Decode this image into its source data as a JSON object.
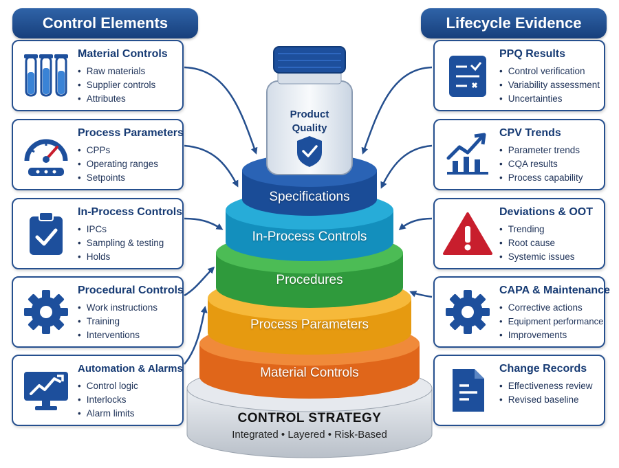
{
  "headers": {
    "left": "Control Elements",
    "right": "Lifecycle Evidence"
  },
  "left_cards": [
    {
      "title": "Material Controls",
      "items": [
        "Raw materials",
        "Supplier controls",
        "Attributes"
      ],
      "icon": "test-tubes-icon"
    },
    {
      "title": "Process Parameters",
      "items": [
        "CPPs",
        "Operating ranges",
        "Setpoints"
      ],
      "icon": "gauge-icon"
    },
    {
      "title": "In-Process Controls",
      "items": [
        "IPCs",
        "Sampling & testing",
        "Holds"
      ],
      "icon": "clipboard-check-icon"
    },
    {
      "title": "Procedural Controls",
      "items": [
        "Work instructions",
        "Training",
        "Interventions"
      ],
      "icon": "gear-icon"
    },
    {
      "title": "Automation & Alarms",
      "items": [
        "Control logic",
        "Interlocks",
        "Alarm limits"
      ],
      "icon": "monitor-chart-icon"
    }
  ],
  "right_cards": [
    {
      "title": "PPQ Results",
      "items": [
        "Control verification",
        "Variability assessment",
        "Uncertainties"
      ],
      "icon": "checklist-icon"
    },
    {
      "title": "CPV Trends",
      "items": [
        "Parameter trends",
        "CQA results",
        "Process capability"
      ],
      "icon": "trend-chart-icon"
    },
    {
      "title": "Deviations & OOT",
      "items": [
        "Trending",
        "Root cause",
        "Systemic issues"
      ],
      "icon": "warning-icon"
    },
    {
      "title": "CAPA & Maintenance",
      "items": [
        "Corrective actions",
        "Equipment performance",
        "Improvements"
      ],
      "icon": "gear-icon"
    },
    {
      "title": "Change Records",
      "items": [
        "Effectiveness review",
        "Revised baseline"
      ],
      "icon": "document-icon"
    }
  ],
  "vial": {
    "line1": "Product",
    "line2": "Quality",
    "icon": "shield-check-icon"
  },
  "tiers": [
    "Specifications",
    "In-Process Controls",
    "Procedures",
    "Process Parameters",
    "Material Controls"
  ],
  "base": {
    "title": "CONTROL STRATEGY",
    "subtitle": "Integrated • Layered • Risk-Based"
  },
  "colors": {
    "navy": "#1b4583",
    "tier_specifications": "#1f56a8",
    "tier_in_process": "#1aa0cf",
    "tier_procedures": "#3cab47",
    "tier_process_parameters": "#f2ab1e",
    "tier_material_controls": "#ec7422",
    "base": "#d9dde3",
    "warning": "#c81e2d"
  }
}
